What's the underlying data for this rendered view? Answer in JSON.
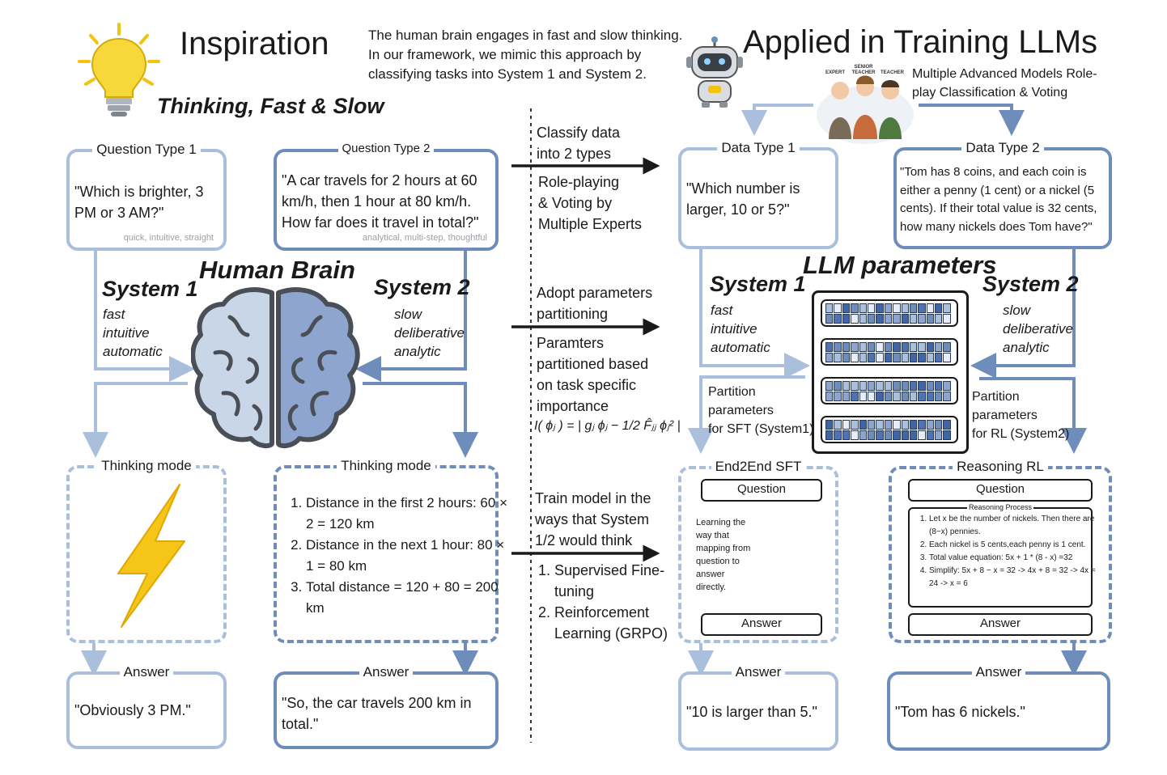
{
  "inspiration": {
    "title": "Inspiration",
    "subtitle": "Thinking, Fast & Slow",
    "description_lines": [
      "The human brain engages in fast and slow thinking.",
      "In our framework, we mimic this approach by",
      "classifying tasks into System 1 and System 2."
    ],
    "brain_label": "Human Brain"
  },
  "applied": {
    "title": "Applied in Training LLMs",
    "experts_caption_lines": [
      "Multiple Advanced Models Role-",
      "play Classification & Voting"
    ],
    "expert_labels": [
      "EXPERT",
      "SENIOR TEACHER",
      "TEACHER"
    ],
    "llm_label": "LLM parameters"
  },
  "human": {
    "q1": {
      "caption": "Question Type 1",
      "text": "\"Which is brighter, 3 PM or 3 AM?\"",
      "hint": "quick, intuitive, straight"
    },
    "q2": {
      "caption": "Question Type 2",
      "text": "\"A car travels for 2 hours at 60 km/h, then 1 hour at 80 km/h. How far does it travel in total?\"",
      "hint": "analytical, multi-step, thoughtful"
    },
    "sys1": {
      "name": "System 1",
      "traits": [
        "fast",
        "intuitive",
        "automatic"
      ]
    },
    "sys2": {
      "name": "System 2",
      "traits": [
        "slow",
        "deliberative",
        "analytic"
      ]
    },
    "mode1": {
      "caption": "Thinking mode"
    },
    "mode2": {
      "caption": "Thinking mode",
      "steps": [
        "Distance in the first 2 hours: 60 × 2 = 120 km",
        "Distance in the next 1 hour: 80 × 1 = 80 km",
        "Total distance = 120 + 80 = 200 km"
      ]
    },
    "ans1": {
      "caption": "Answer",
      "text": "\"Obviously 3 PM.\""
    },
    "ans2": {
      "caption": "Answer",
      "text": "\"So, the car travels 200 km in total.\""
    }
  },
  "middle": {
    "step1_top": [
      "Classify data",
      "into 2 types"
    ],
    "step1_bottom": [
      "Role-playing",
      "& Voting by",
      "Multiple Experts"
    ],
    "step2_top": [
      "Adopt parameters",
      "partitioning"
    ],
    "step2_bottom": [
      "Paramters",
      "partitioned based",
      "on task specific",
      "importance"
    ],
    "formula": "I( ϕⱼ ) = | gⱼ ϕⱼ − 1/2 F̂ⱼⱼ ϕⱼ² |",
    "step3_top": [
      "Train model in the",
      "ways that System",
      "1/2 would think"
    ],
    "step3_list": [
      "Supervised Fine-tuning",
      "Reinforcement Learning (GRPO)"
    ]
  },
  "llm": {
    "d1": {
      "caption": "Data Type 1",
      "text": "\"Which number is larger, 10 or 5?\""
    },
    "d2": {
      "caption": "Data Type 2",
      "text": "\"Tom has 8 coins, and each coin is either a penny (1 cent) or a nickel (5 cents). If their total value is 32 cents, how many nickels does Tom have?\""
    },
    "sys1": {
      "name": "System 1",
      "traits": [
        "fast",
        "intuitive",
        "automatic"
      ]
    },
    "sys2": {
      "name": "System 2",
      "traits": [
        "slow",
        "deliberative",
        "analytic"
      ]
    },
    "part1": [
      "Partition",
      "parameters",
      "for SFT (System1)"
    ],
    "part2": [
      "Partition",
      "parameters",
      "for RL (System2)"
    ],
    "sft": {
      "caption": "End2End SFT",
      "question": "Question",
      "answer": "Answer",
      "note": [
        "Learning the",
        "way that",
        "mapping from",
        "question to",
        "answer",
        "directly."
      ]
    },
    "rl": {
      "caption": "Reasoning RL",
      "question": "Question",
      "answer": "Answer",
      "process_caption": "Reasoning Process",
      "steps": [
        "Let x be the number of nickels. Then there are (8−x) pennies.",
        "Each nickel is 5 cents,each penny is 1 cent.",
        "Total value equation: 5x + 1 * (8 - x) =32",
        "Simplify: 5x + 8 − x = 32 -> 4x + 8 = 32 -> 4x = 24 -> x = 6"
      ]
    },
    "ans1": {
      "caption": "Answer",
      "text": "\"10 is larger than 5.\""
    },
    "ans2": {
      "caption": "Answer",
      "text": "\"Tom has 6 nickels.\""
    }
  },
  "colors": {
    "light": "#a9bfdb",
    "dark": "#6f8dbb",
    "brain_left": "#c9d6e8",
    "brain_right": "#8ea6cf",
    "bolt": "#f5c518"
  }
}
